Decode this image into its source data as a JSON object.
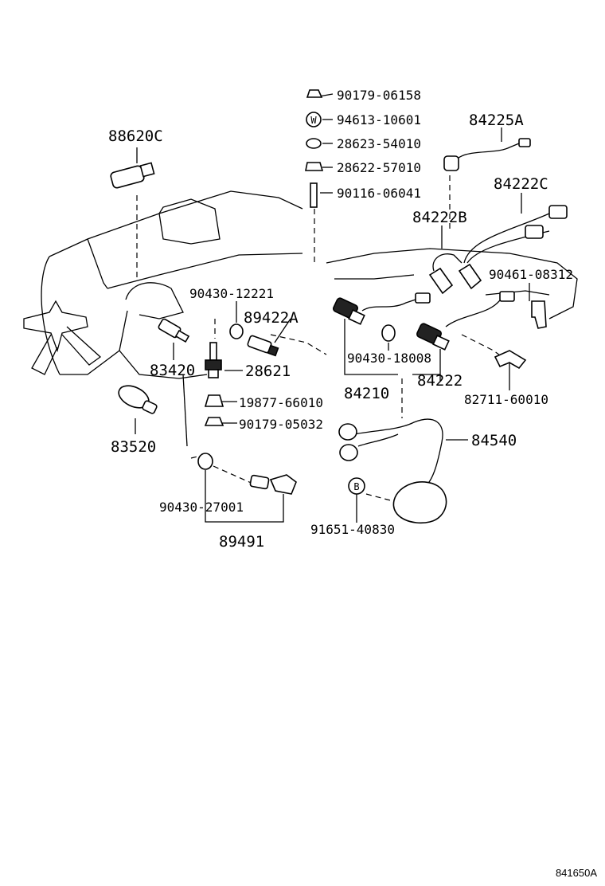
{
  "diagram_id": "841650A",
  "labels": {
    "p90179_06158": "90179-06158",
    "p94613_10601": "94613-10601",
    "p28623_54010": "28623-54010",
    "p28622_57010": "28622-57010",
    "p90116_06041": "90116-06041",
    "p88620C": "88620C",
    "p84225A": "84225A",
    "p84222C": "84222C",
    "p84222B": "84222B",
    "p90461_08312": "90461-08312",
    "p90430_12221": "90430-12221",
    "p89422A": "89422A",
    "p83420": "83420",
    "p28621": "28621",
    "p90430_18008": "90430-18008",
    "p84222": "84222",
    "p84210": "84210",
    "p82711_60010": "82711-60010",
    "p19877_66010": "19877-66010",
    "p90179_05032": "90179-05032",
    "p83520": "83520",
    "p84540": "84540",
    "p90430_27001": "90430-27001",
    "p91651_40830": "91651-40830",
    "p89491": "89491"
  },
  "symbols": {
    "washer_symbol": "W",
    "bolt_symbol": "B"
  }
}
